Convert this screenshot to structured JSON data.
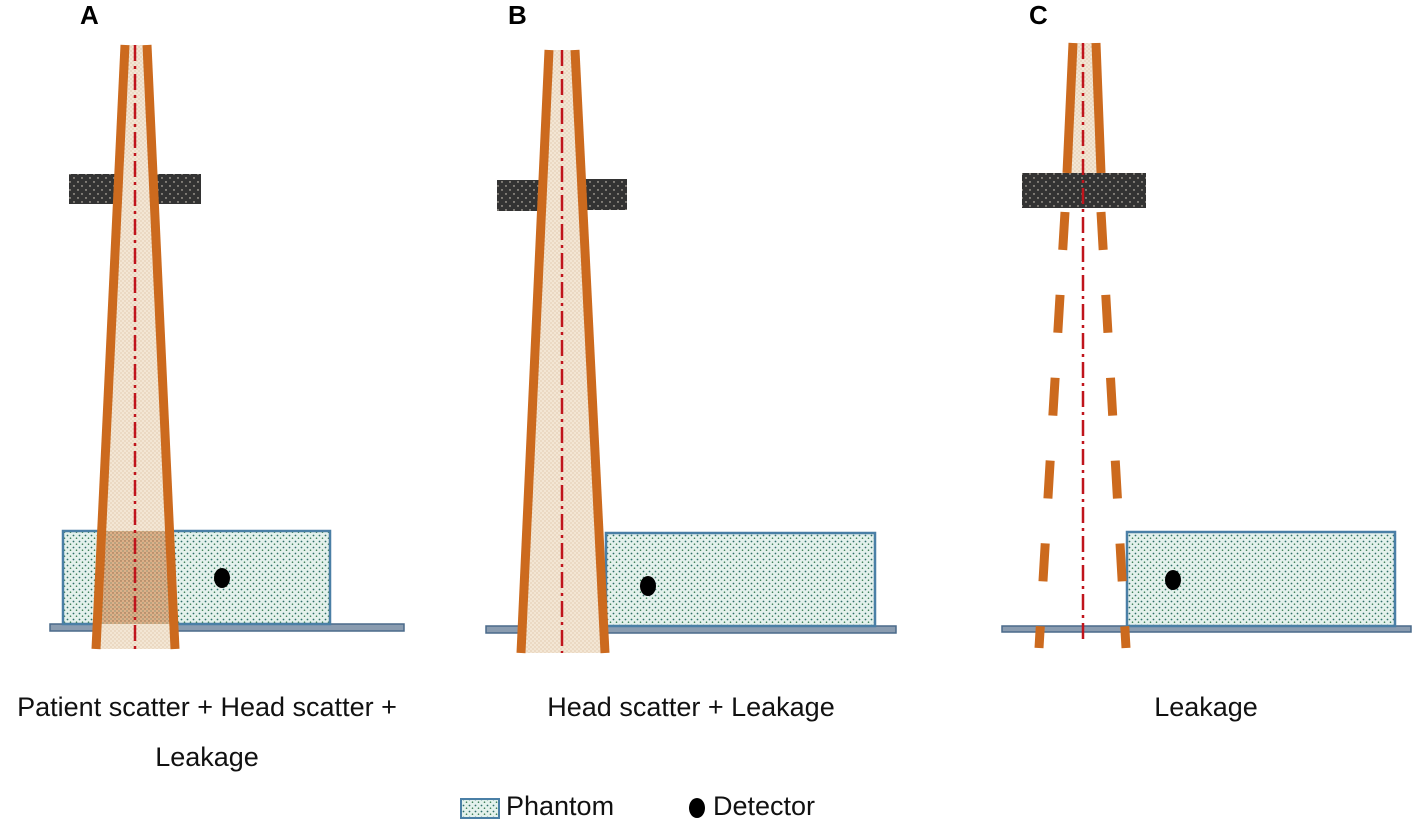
{
  "panels": [
    {
      "letter": "A",
      "caption_lines": [
        "Patient scatter + Head scatter +",
        "Leakage"
      ]
    },
    {
      "letter": "B",
      "caption_lines": [
        "Head scatter + Leakage"
      ]
    },
    {
      "letter": "C",
      "caption_lines": [
        "Leakage"
      ]
    }
  ],
  "legend": {
    "phantom_label": "Phantom",
    "detector_label": "Detector"
  },
  "colors": {
    "beam_edge": "#CC6A1E",
    "beam_fill": "#F1E4D1",
    "central_axis": "#C0141C",
    "collimator": "#333333",
    "phantom_fill": "#E4F1EC",
    "phantom_border": "#4A7FA6",
    "table": "#8A9CB0",
    "detector": "#000000"
  }
}
